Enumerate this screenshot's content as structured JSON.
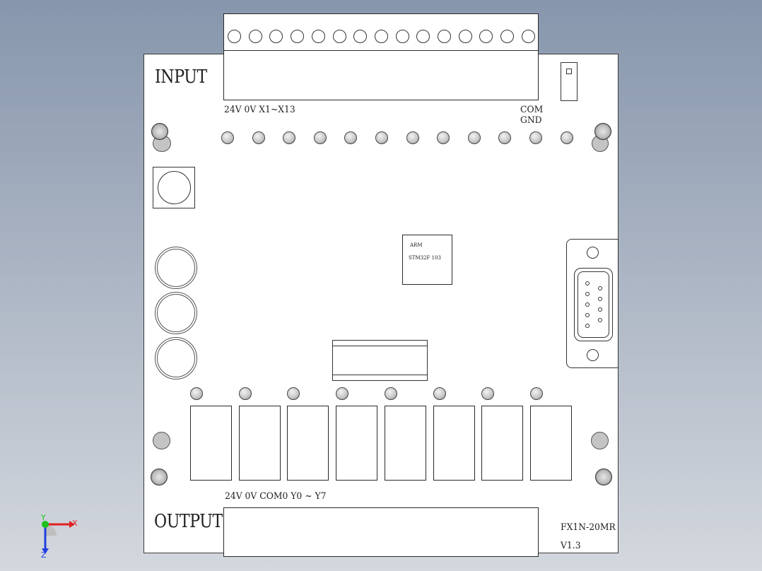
{
  "board": {
    "input_title": "INPUT",
    "output_title": "OUTPUT",
    "input_pin_label": "24V 0V X1~X13",
    "com_label": "COM",
    "gnd_label": "GND",
    "output_pin_label": "24V 0V COM0 Y0 ~ Y7",
    "model": "FX1N-20MR",
    "version": "V1.3"
  },
  "chip": {
    "line1": "ARM",
    "line2": "STM32F 103"
  },
  "input_terminal": {
    "screw_count": 15
  },
  "input_leds": {
    "count": 12
  },
  "output_leds": {
    "count": 8
  },
  "relays": {
    "count": 8
  },
  "axes": {
    "x_label": "X",
    "y_label": "Y",
    "z_label": "Z",
    "x_color": "#e02020",
    "y_color": "#20c020",
    "z_color": "#2040e0"
  },
  "colors": {
    "background_top": "#8796ac",
    "background_bottom": "#d4d8de",
    "board": "#ffffff",
    "outline": "#2a2a2a"
  }
}
